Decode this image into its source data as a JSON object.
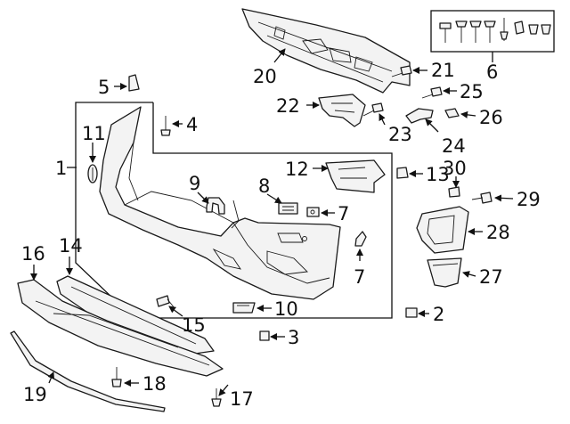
{
  "diagram": {
    "callouts": {
      "c1": "1",
      "c2": "2",
      "c3": "3",
      "c4": "4",
      "c5": "5",
      "c6": "6",
      "c7a": "7",
      "c7b": "7",
      "c8": "8",
      "c9": "9",
      "c10": "10",
      "c11": "11",
      "c12": "12",
      "c13": "13",
      "c14": "14",
      "c15": "15",
      "c16": "16",
      "c17": "17",
      "c18": "18",
      "c19": "19",
      "c20": "20",
      "c21": "21",
      "c22": "22",
      "c23": "23",
      "c24": "24",
      "c25": "25",
      "c26": "26",
      "c27": "27",
      "c28": "28",
      "c29": "29",
      "c30": "30"
    }
  }
}
